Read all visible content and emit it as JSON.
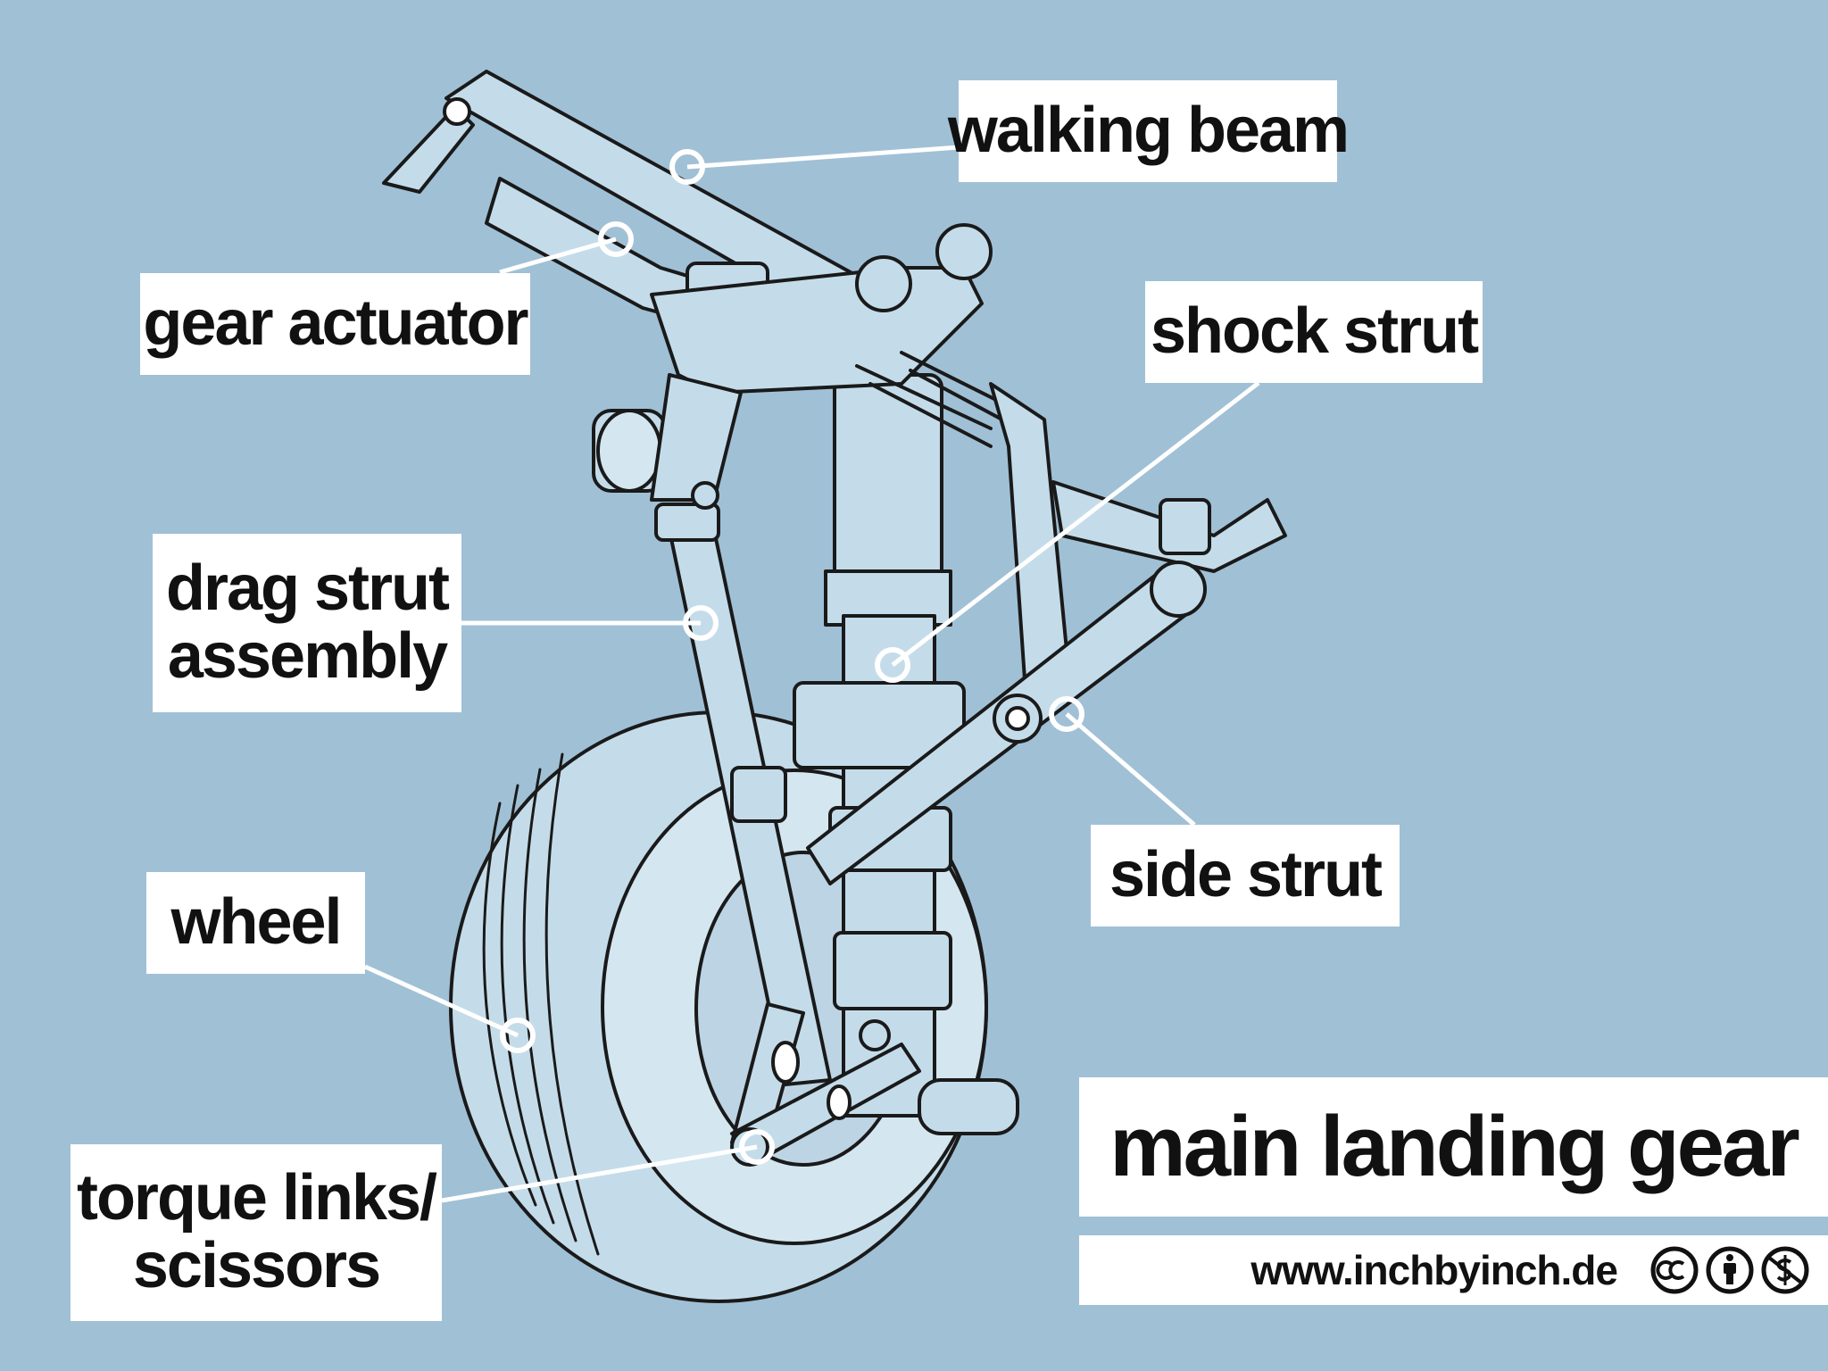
{
  "labels": {
    "walking_beam": "walking beam",
    "gear_actuator": "gear actuator",
    "shock_strut": "shock strut",
    "drag_strut_line1": "drag strut",
    "drag_strut_line2": "assembly",
    "side_strut": "side strut",
    "wheel": "wheel",
    "torque_line1": "torque links/",
    "torque_line2": "scissors"
  },
  "title": "main landing gear",
  "footer": {
    "website": "www.inchbyinch.de",
    "license_icons": [
      "cc-icon",
      "by-attribution-icon",
      "nc-noncommercial-icon"
    ]
  },
  "colors": {
    "background": "#a0c0d6",
    "part_fill": "#c4dcea",
    "outline": "#1a1a1a",
    "label_bg": "#ffffff"
  }
}
